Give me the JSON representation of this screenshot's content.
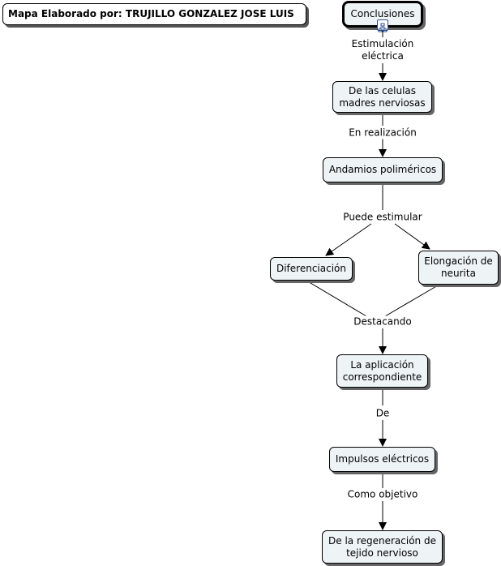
{
  "map_title": "Mapa Elaborado por: TRUJILLO GONZALEZ JOSE LUIS",
  "nodes": {
    "conclusiones": "Conclusiones",
    "celulas": "De las celulas\nmadres nerviosas",
    "andamios": "Andamios poliméricos",
    "diferenciacion": "Diferenciación",
    "elongacion": "Elongación de\nneurita",
    "aplicacion": "La aplicación\ncorrespondiente",
    "impulsos": "Impulsos eléctricos",
    "regeneracion": "De la regeneración de\ntejido nervioso"
  },
  "links": {
    "estimulacion": "Estimulación\neléctrica",
    "realizacion": "En realización",
    "puede": "Puede estimular",
    "destacando": "Destacando",
    "de": "De",
    "objetivo": "Como objetivo"
  },
  "icons": {
    "root_node_icon": "concept-map-icon"
  }
}
